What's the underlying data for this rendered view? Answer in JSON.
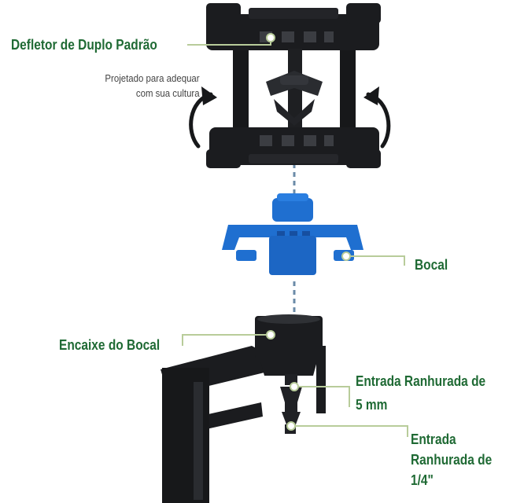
{
  "colors": {
    "accent": "#1f6a34",
    "leader": "#b8cc9a",
    "text": "#444444",
    "dark_part": "#17181a",
    "dark_part_mid": "#2a2c30",
    "blue_part": "#1f6fd0",
    "blue_part_dark": "#164fa0",
    "dash": "#6b8ba8"
  },
  "labels": {
    "deflector_title": "Defletor de Duplo Padrão",
    "deflector_sub_line1": "Projetado para adequar",
    "deflector_sub_line2": "com sua cultura",
    "nozzle": "Bocal",
    "nozzle_socket": "Encaixe do Bocal",
    "inlet_5mm_line1": "Entrada Ranhurada de",
    "inlet_5mm_line2": "5 mm",
    "inlet_quarter_line1": "Entrada",
    "inlet_quarter_line2": "Ranhurada de",
    "inlet_quarter_line3": "1/4\""
  },
  "icons": [
    "rotate-left-arrow-icon",
    "rotate-right-arrow-icon"
  ]
}
